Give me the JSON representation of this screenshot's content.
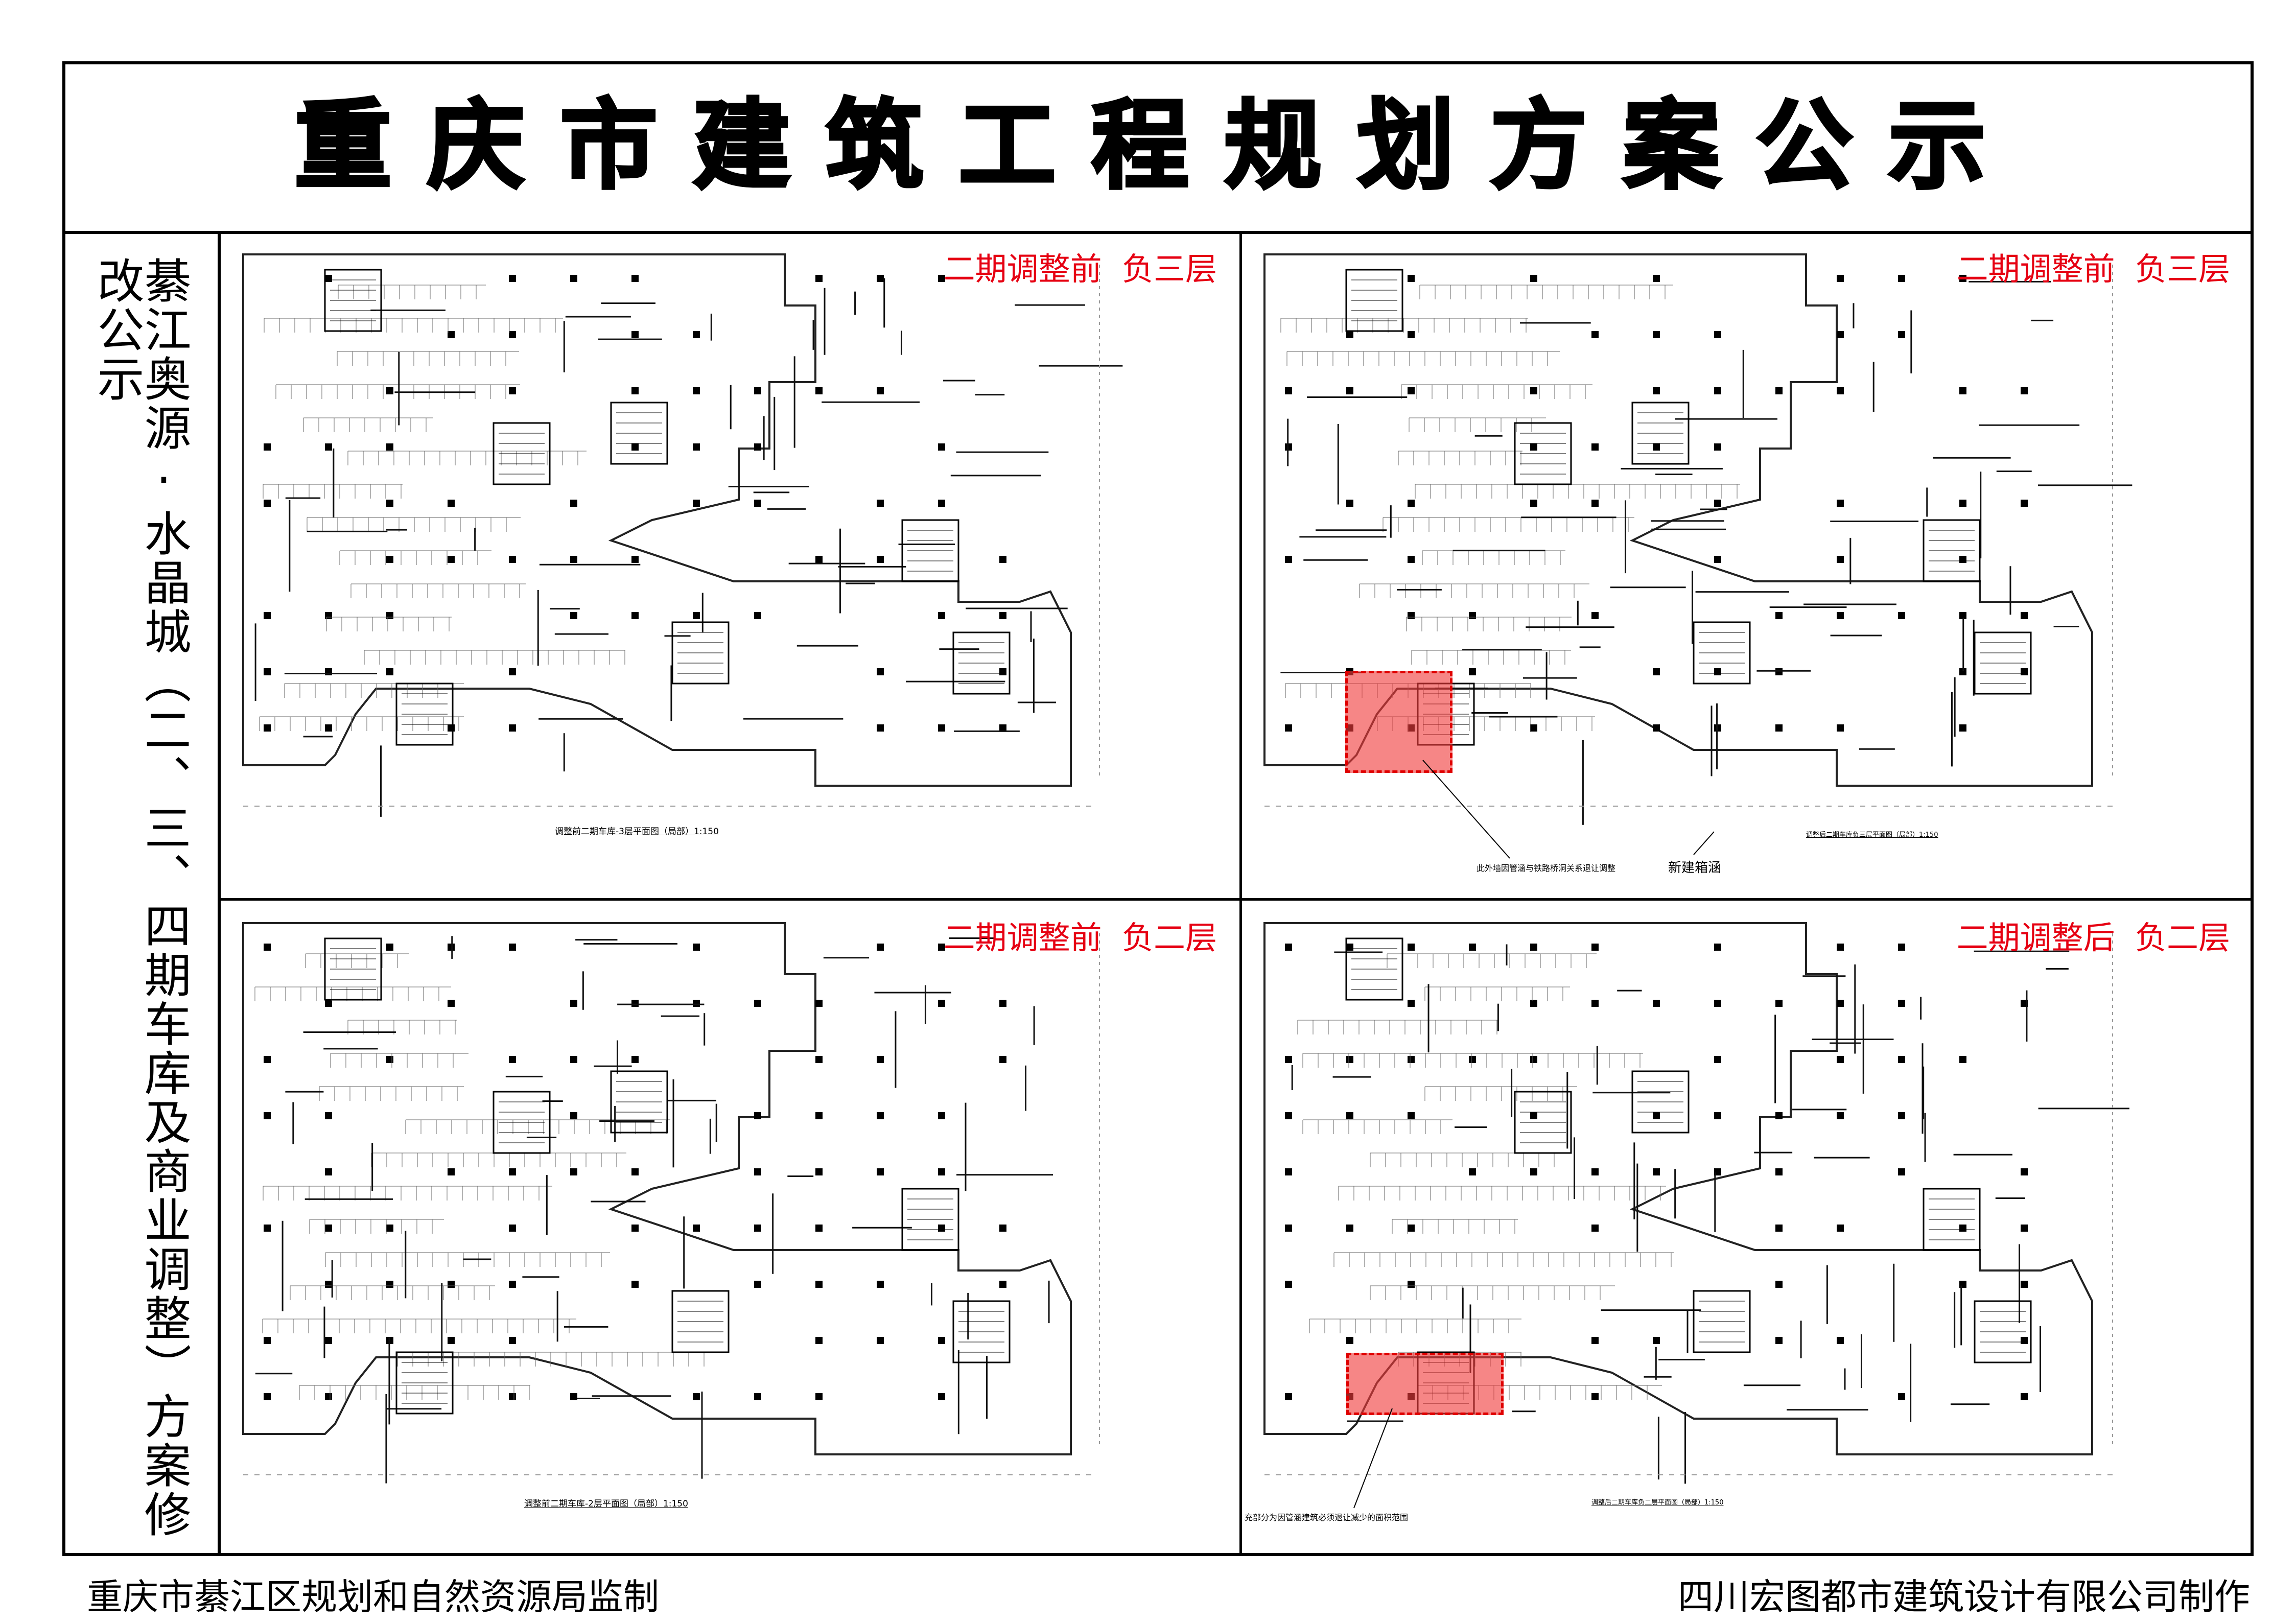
{
  "header": {
    "title": "重庆市建筑工程规划方案公示"
  },
  "side": {
    "project_title": "綦江奥源·水晶城（二、三、四期车库及商业调整）方案修改公示"
  },
  "panels": [
    {
      "label": "二期调整前  负三层",
      "caption": "调整前二期车库-3层平面图（局部）1:150",
      "notes": []
    },
    {
      "label": "二期调整前  负三层",
      "caption": "调整后二期车库负三层平面图（局部）1:150",
      "notes": [
        "此外墙因管涵与铁路桥洞关系退让调整",
        "新建箱涵"
      ]
    },
    {
      "label": "二期调整前  负二层",
      "caption": "调整前二期车库-2层平面图（局部）1:150",
      "notes": []
    },
    {
      "label": "二期调整后  负二层",
      "caption": "调整后二期车库负二层平面图（局部）1:150",
      "notes": [
        "填充部分为因管涵建筑必须退让减少的面积范围"
      ]
    }
  ],
  "footer": {
    "left": "重庆市綦江区规划和自然资源局监制",
    "right": "四川宏图都市建筑设计有限公司制作"
  },
  "colors": {
    "label_red": "#e60012",
    "highlight_fill": "#f03c3c",
    "line": "#000000"
  }
}
